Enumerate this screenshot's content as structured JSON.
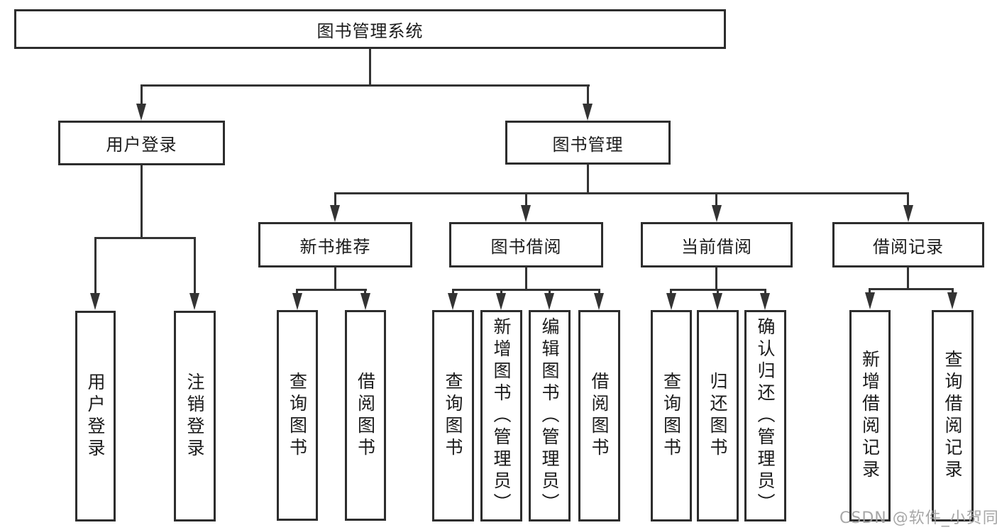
{
  "root": "图书管理系统",
  "level2": {
    "user_login": "用户登录",
    "book_mgmt": "图书管理"
  },
  "level3": {
    "new_book": "新书推荐",
    "borrow": "图书借阅",
    "current": "当前借阅",
    "records": "借阅记录"
  },
  "leaves": {
    "user_login": [
      "用户登录",
      "注销登录"
    ],
    "new_book": [
      "查询图书",
      "借阅图书"
    ],
    "borrow": [
      "查询图书",
      "新增图书（管理员）",
      "编辑图书（管理员）",
      "借阅图书"
    ],
    "current": [
      "查询图书",
      "归还图书",
      "确认归还（管理员）"
    ],
    "records": [
      "新增借阅记录",
      "查询借阅记录"
    ]
  },
  "watermark": "CSDN @软件_小贺同学",
  "colors": {
    "line": "#333333",
    "border": "#2d2d2d",
    "text": "#1b1b1b",
    "watermark": "#a0a0a0",
    "background": "#ffffff"
  }
}
